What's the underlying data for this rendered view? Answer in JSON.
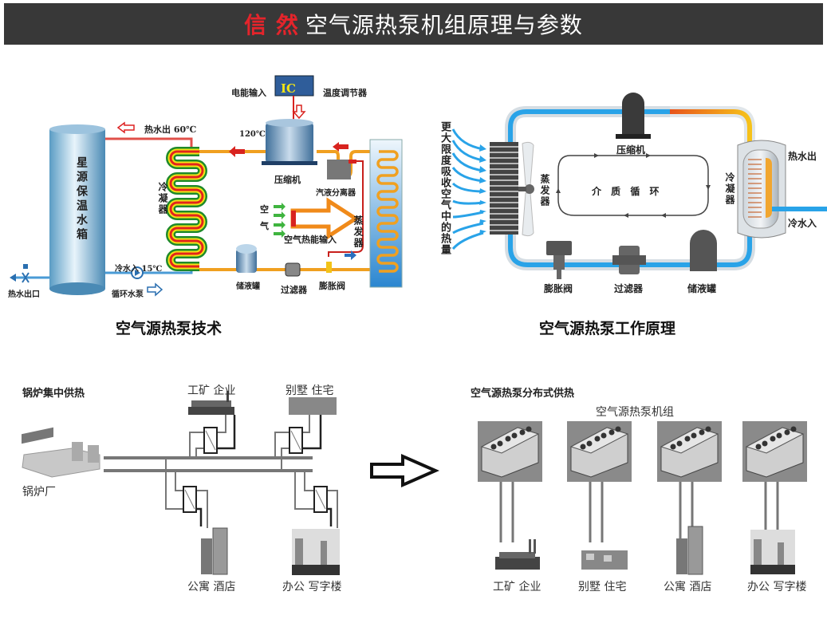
{
  "header": {
    "brand": "信 然",
    "title": "空气源热泵机组原理与参数",
    "brand_color": "#e4242b",
    "bg_color": "#383838"
  },
  "diagram_technology": {
    "caption": "空气源热泵技术",
    "tank_label": "星源保温水箱",
    "hot_water_out": "热水出 60℃",
    "condenser": "冷凝器",
    "power_input": "电能输入",
    "ic_box": "IC",
    "thermostat": "温度调节器",
    "temp_120": "120℃",
    "compressor": "压缩机",
    "separator": "汽液分离器",
    "air_char_1": "空",
    "air_char_2": "气",
    "air_heat_input": "空气热能输入",
    "evaporator": "蒸发器",
    "cold_water_in": "冷水入 15℃",
    "circulation_pump": "循环水泵",
    "hot_water_outlet": "热水出口",
    "receiver": "储液罐",
    "filter": "过滤器",
    "expansion_valve": "膨胀阀"
  },
  "diagram_principle": {
    "caption": "空气源热泵工作原理",
    "side_text": "更大限度吸收空气中的热量",
    "compressor": "压缩机",
    "evaporator": "蒸发器",
    "medium_cycle": "介 质 循 环",
    "condenser": "冷凝器",
    "hot_water_out": "热水出",
    "cold_water_in": "冷水入",
    "expansion_valve": "膨胀阀",
    "filter": "过滤器",
    "receiver": "储液罐"
  },
  "diagram_boiler": {
    "title": "锅炉集中供热",
    "boiler_plant": "锅炉厂",
    "consumers": [
      "工矿 企业",
      "别墅 住宅",
      "公寓 酒店",
      "办公 写字楼"
    ]
  },
  "diagram_distributed": {
    "title": "空气源热泵分布式供热",
    "unit_label": "空气源热泵机组",
    "consumers": [
      "工矿 企业",
      "别墅 住宅",
      "公寓 酒店",
      "办公 写字楼"
    ]
  }
}
